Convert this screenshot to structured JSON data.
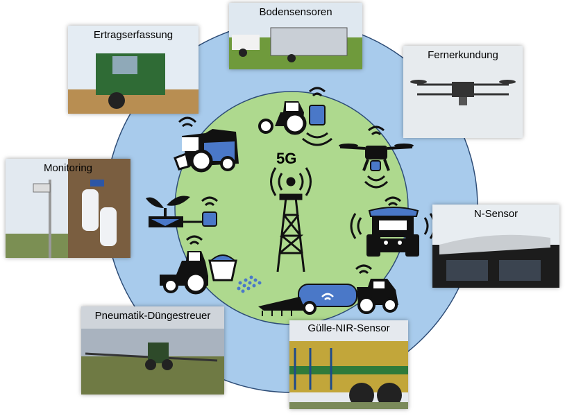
{
  "center": {
    "network_label": "5G"
  },
  "photos": {
    "bodensensoren": "Bodensensoren",
    "ertragserfassung": "Ertragserfassung",
    "fernerkundung": "Fernerkundung",
    "monitoring": "Monitoring",
    "n_sensor": "N-Sensor",
    "pneumatik": "Pneumatik-Düngestreuer",
    "guelle": "Gülle-NIR-Sensor"
  },
  "colors": {
    "outer_circle": "#a8cbec",
    "inner_circle": "#aed98e",
    "icon_blue": "#4a78c8",
    "icon_dark": "#111111"
  }
}
